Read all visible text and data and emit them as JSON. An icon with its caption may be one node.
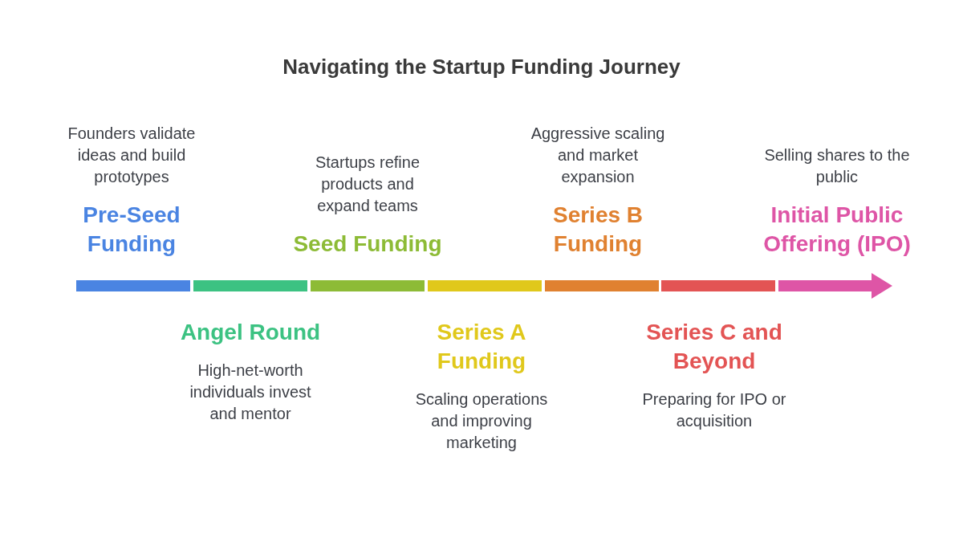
{
  "diagram": {
    "title": "Navigating the Startup Funding Journey",
    "nodes": [
      {
        "text": [],
        "shape": "bar",
        "beside": [
          "Pre-Seed Funding",
          "Founders validate ideas and build prototypes"
        ]
      },
      {
        "text": [],
        "shape": "bar",
        "beside": [
          "Angel Round",
          "High-net-worth individuals invest and mentor"
        ]
      },
      {
        "text": [],
        "shape": "bar",
        "beside": [
          "Seed Funding",
          "Startups refine products and expand teams"
        ]
      },
      {
        "text": [],
        "shape": "bar",
        "beside": [
          "Series A Funding",
          "Scaling operations and improving marketing"
        ]
      },
      {
        "text": [],
        "shape": "bar",
        "beside": [
          "Series B Funding",
          "Aggressive scaling and market expansion"
        ]
      },
      {
        "text": [],
        "shape": "bar",
        "beside": [
          "Series C and Beyond",
          "Preparing for IPO or acquisition"
        ]
      },
      {
        "text": [],
        "shape": "arrow",
        "beside": [
          "Initial Public Offering (IPO)",
          "Selling shares to the public"
        ]
      }
    ]
  }
}
